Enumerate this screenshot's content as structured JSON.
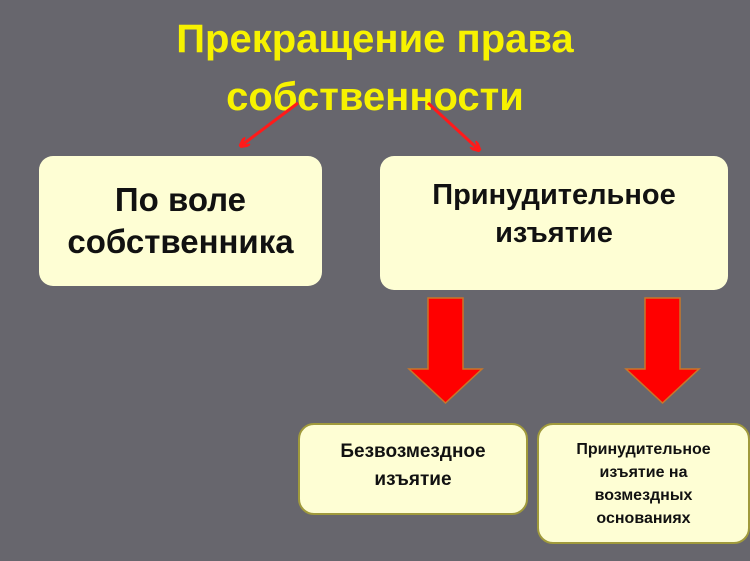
{
  "title": {
    "line1": "Прекращение права",
    "line2": "собственности",
    "color": "#f7f200"
  },
  "branches": [
    {
      "id": "voluntary",
      "lines": [
        "По воле",
        "собственника"
      ]
    },
    {
      "id": "forced",
      "lines": [
        "Принудительное",
        "изъятие"
      ]
    }
  ],
  "sub_branches": [
    {
      "id": "gratuitous",
      "lines": [
        "Безвозмездное",
        "изъятие"
      ]
    },
    {
      "id": "compensated",
      "lines": [
        "Принудительное",
        "изъятие на",
        "возмездных",
        "основаниях"
      ]
    }
  ],
  "colors": {
    "background": "#67666d",
    "box_fill": "#fefed4",
    "arrow": "#ff0000",
    "arrow_outline": "#c8762a",
    "sub_box_border": "#a09a3c"
  },
  "icons": [
    "arrow-thin-red",
    "arrow-block-down-red"
  ]
}
